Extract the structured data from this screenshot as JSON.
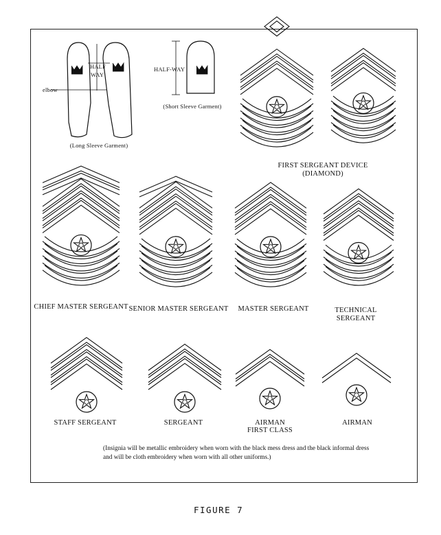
{
  "sleeve_diagram": {
    "long_sleeve": {
      "caption": "(Long Sleeve Garment)",
      "half_way": [
        "HALF",
        "WAY"
      ],
      "elbow": "elbow"
    },
    "short_sleeve": {
      "caption": "(Short Sleeve Garment)",
      "half_way": "HALF-WAY"
    }
  },
  "insignia": {
    "first_sergeant": {
      "label_lines": [
        "FIRST SERGEANT DEVICE",
        "(DIAMOND)"
      ]
    },
    "chief_master_sergeant": {
      "label": "CHIEF MASTER SERGEANT"
    },
    "senior_master_sergeant": {
      "label": "SENIOR MASTER SERGEANT"
    },
    "master_sergeant": {
      "label": "MASTER SERGEANT"
    },
    "technical_sergeant": {
      "label_lines": [
        "TECHNICAL",
        "SERGEANT"
      ]
    },
    "staff_sergeant": {
      "label": "STAFF SERGEANT"
    },
    "sergeant": {
      "label": "SERGEANT"
    },
    "airman_first_class": {
      "label_lines": [
        "AIRMAN",
        "FIRST CLASS"
      ]
    },
    "airman": {
      "label": "AIRMAN"
    }
  },
  "note": "(Insignia will be metallic embroidery when worn with the black mess dress and the black informal dress and will be cloth embroidery when worn with all other uniforms.)",
  "figure_caption": "FIGURE 7"
}
